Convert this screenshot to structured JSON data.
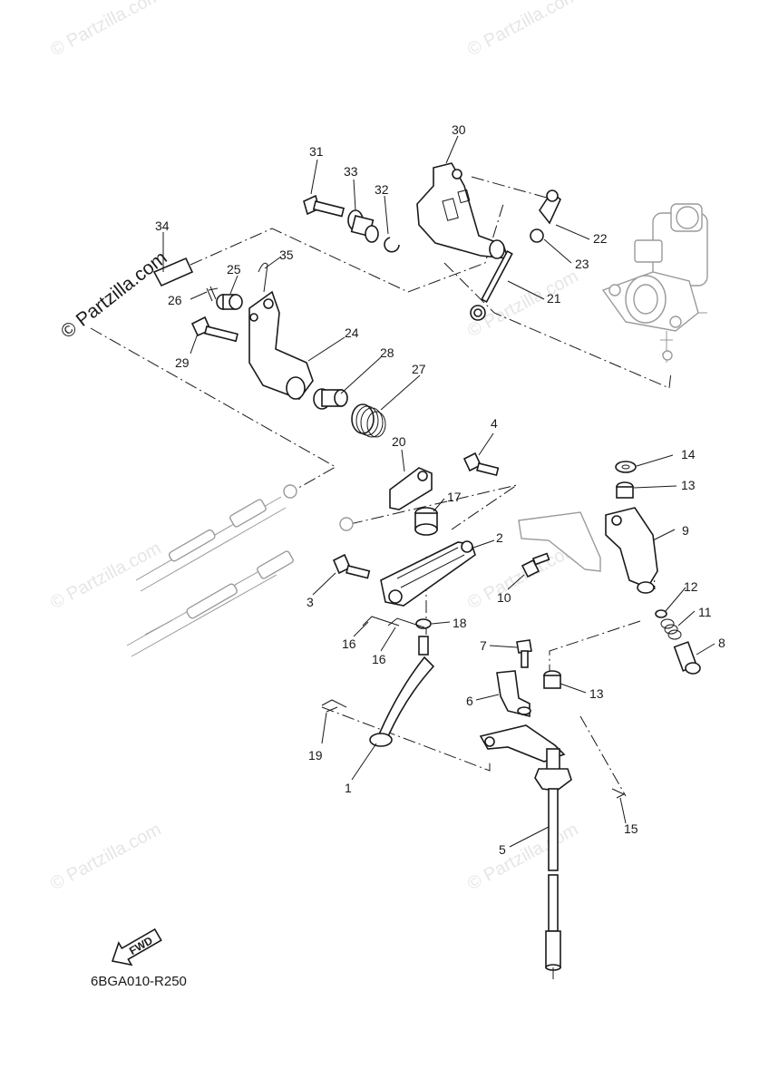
{
  "watermark": {
    "text": "© Partzilla.com",
    "main_text": "© Partzilla.com"
  },
  "diagram_code": "6BGA010-R250",
  "fwd_label": "FWD",
  "callouts": [
    "1",
    "2",
    "3",
    "4",
    "5",
    "6",
    "7",
    "8",
    "9",
    "10",
    "11",
    "12",
    "13",
    "13",
    "14",
    "15",
    "16",
    "16",
    "17",
    "18",
    "19",
    "20",
    "21",
    "22",
    "23",
    "24",
    "25",
    "26",
    "27",
    "28",
    "29",
    "30",
    "31",
    "32",
    "33",
    "34",
    "35"
  ]
}
